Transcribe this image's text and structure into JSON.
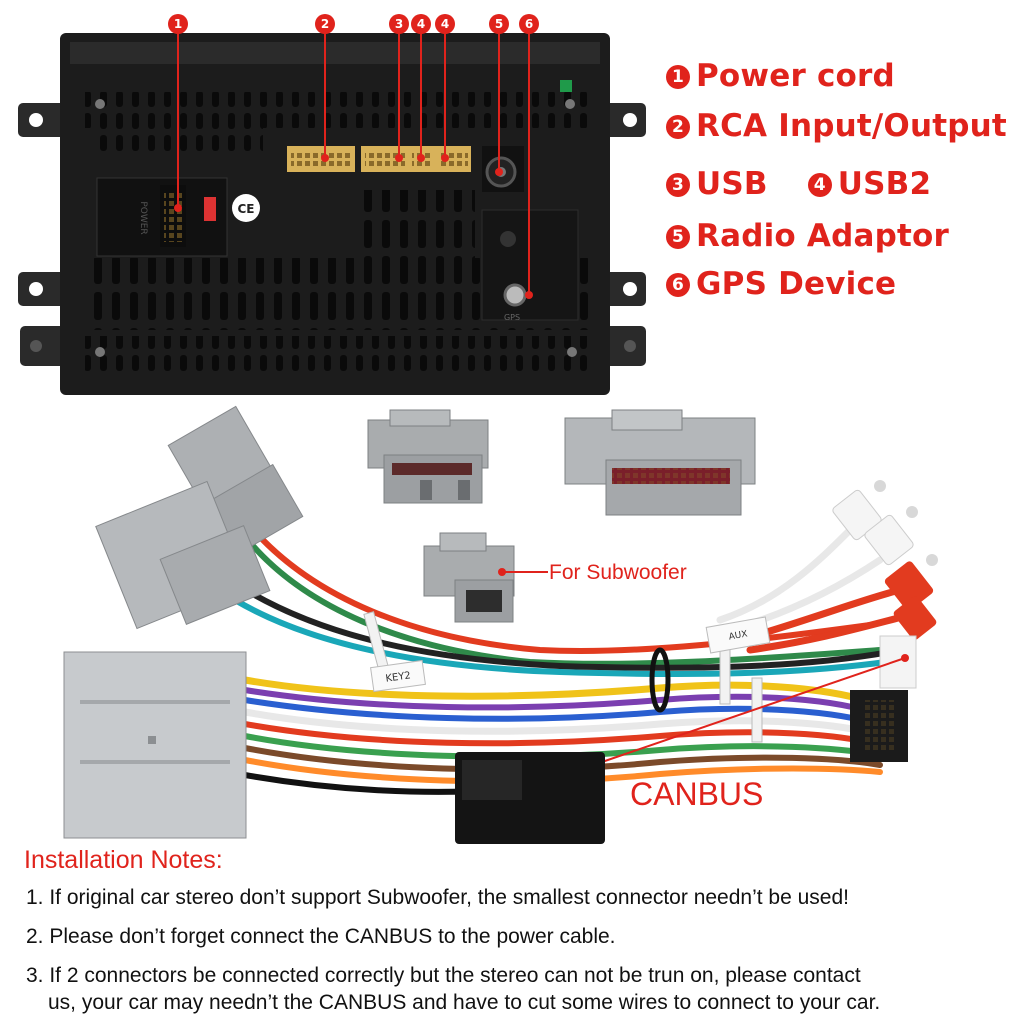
{
  "callouts": [
    "1",
    "2",
    "3",
    "4",
    "4",
    "5",
    "6"
  ],
  "panel": {
    "power_label": "POWER",
    "gps_label": "GPS"
  },
  "legend": [
    {
      "num": "1",
      "text": "Power cord"
    },
    {
      "num": "2",
      "text": "RCA Input/Output"
    },
    {
      "num": "3",
      "text": "USB",
      "num2": "4",
      "text2": "USB2"
    },
    {
      "num": "5",
      "text": "Radio  Adaptor"
    },
    {
      "num": "6",
      "text": "GPS Device"
    }
  ],
  "harness": {
    "key_tag": "KEY2",
    "aux_tag": "AUX"
  },
  "subwoofer_label": "For Subwoofer",
  "canbus_label": "CANBUS",
  "notes": {
    "title": "Installation Notes:",
    "items": [
      "1. If original car stereo don’t support Subwoofer, the smallest connector needn’t be used!",
      "2. Please don’t forget connect the CANBUS to the power cable.",
      "3. If 2 connectors be connected correctly but the stereo can not be trun on, please contact",
      "us, your car may needn’t the CANBUS and have to cut some wires to connect to your car."
    ]
  },
  "colors": {
    "accent_red": "#e0231c",
    "panel_black": "#1c1c1c",
    "plug_gray": "#b9bcbf",
    "port_gold": "#d8b25a"
  }
}
